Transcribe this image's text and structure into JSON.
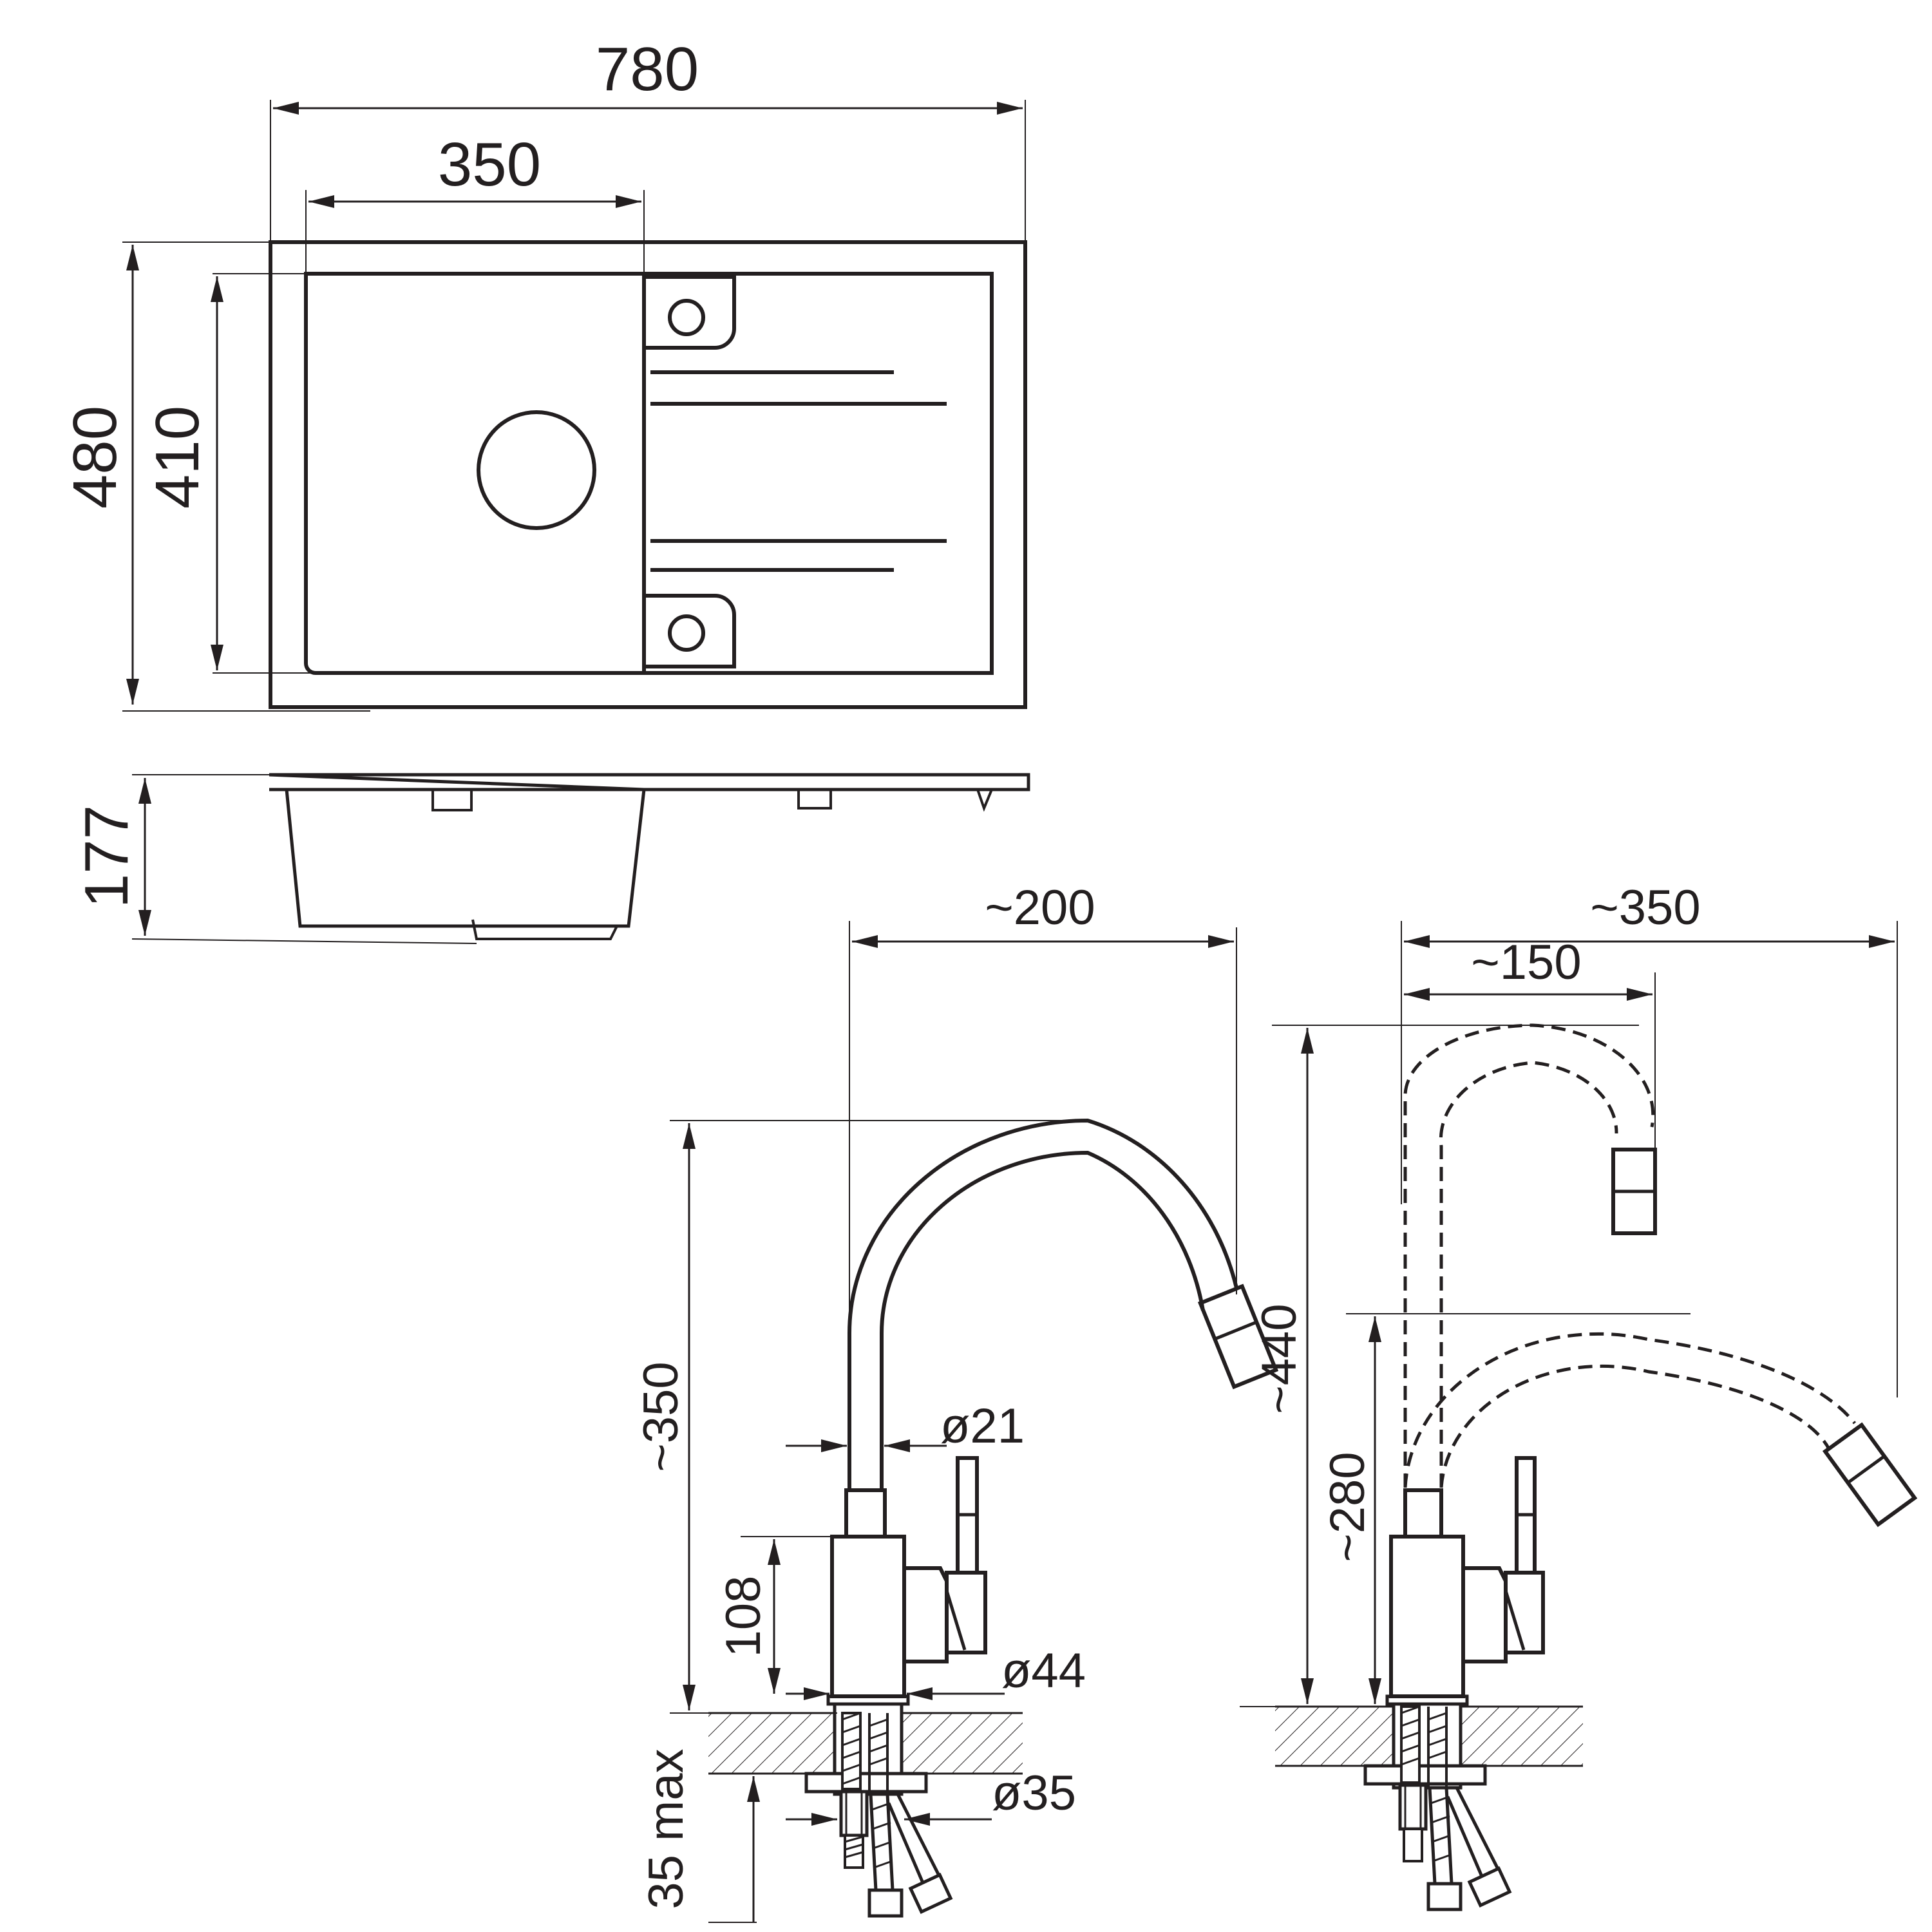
{
  "sink": {
    "dims": {
      "overall_width": "780",
      "bowl_width": "350",
      "overall_depth": "480",
      "bowl_depth": "410",
      "height": "177"
    }
  },
  "faucet_standard": {
    "dims": {
      "reach": "~200",
      "height": "~350",
      "tube_diameter": "ø21",
      "body_height": "108",
      "base_diameter": "ø44",
      "thread_diameter": "ø35",
      "max_thickness": "35 max"
    }
  },
  "faucet_flexible": {
    "dims": {
      "reach_max": "~350",
      "reach_min": "~150",
      "height_max": "~440",
      "height_min": "~280"
    }
  },
  "colors": {
    "line": "#231f20",
    "background": "#ffffff"
  }
}
